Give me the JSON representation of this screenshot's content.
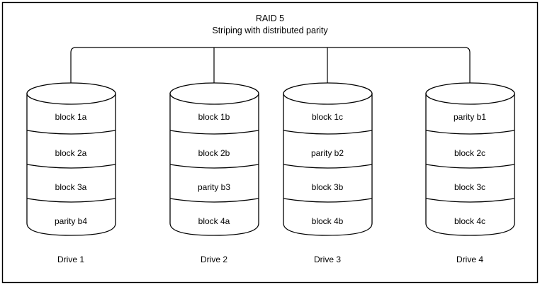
{
  "diagram": {
    "title_line1": "RAID 5",
    "title_line2": "Striping with distributed parity",
    "stroke_color": "#000000",
    "fill_color": "#ffffff",
    "text_color": "#000000",
    "drives": [
      {
        "label": "Drive 1",
        "blocks": [
          "block 1a",
          "block 2a",
          "block 3a",
          "parity b4"
        ]
      },
      {
        "label": "Drive 2",
        "blocks": [
          "block 1b",
          "block 2b",
          "parity b3",
          "block 4a"
        ]
      },
      {
        "label": "Drive 3",
        "blocks": [
          "block 1c",
          "parity b2",
          "block 3b",
          "block 4b"
        ]
      },
      {
        "label": "Drive 4",
        "blocks": [
          "parity b1",
          "block 2c",
          "block 3c",
          "block 4c"
        ]
      }
    ]
  }
}
